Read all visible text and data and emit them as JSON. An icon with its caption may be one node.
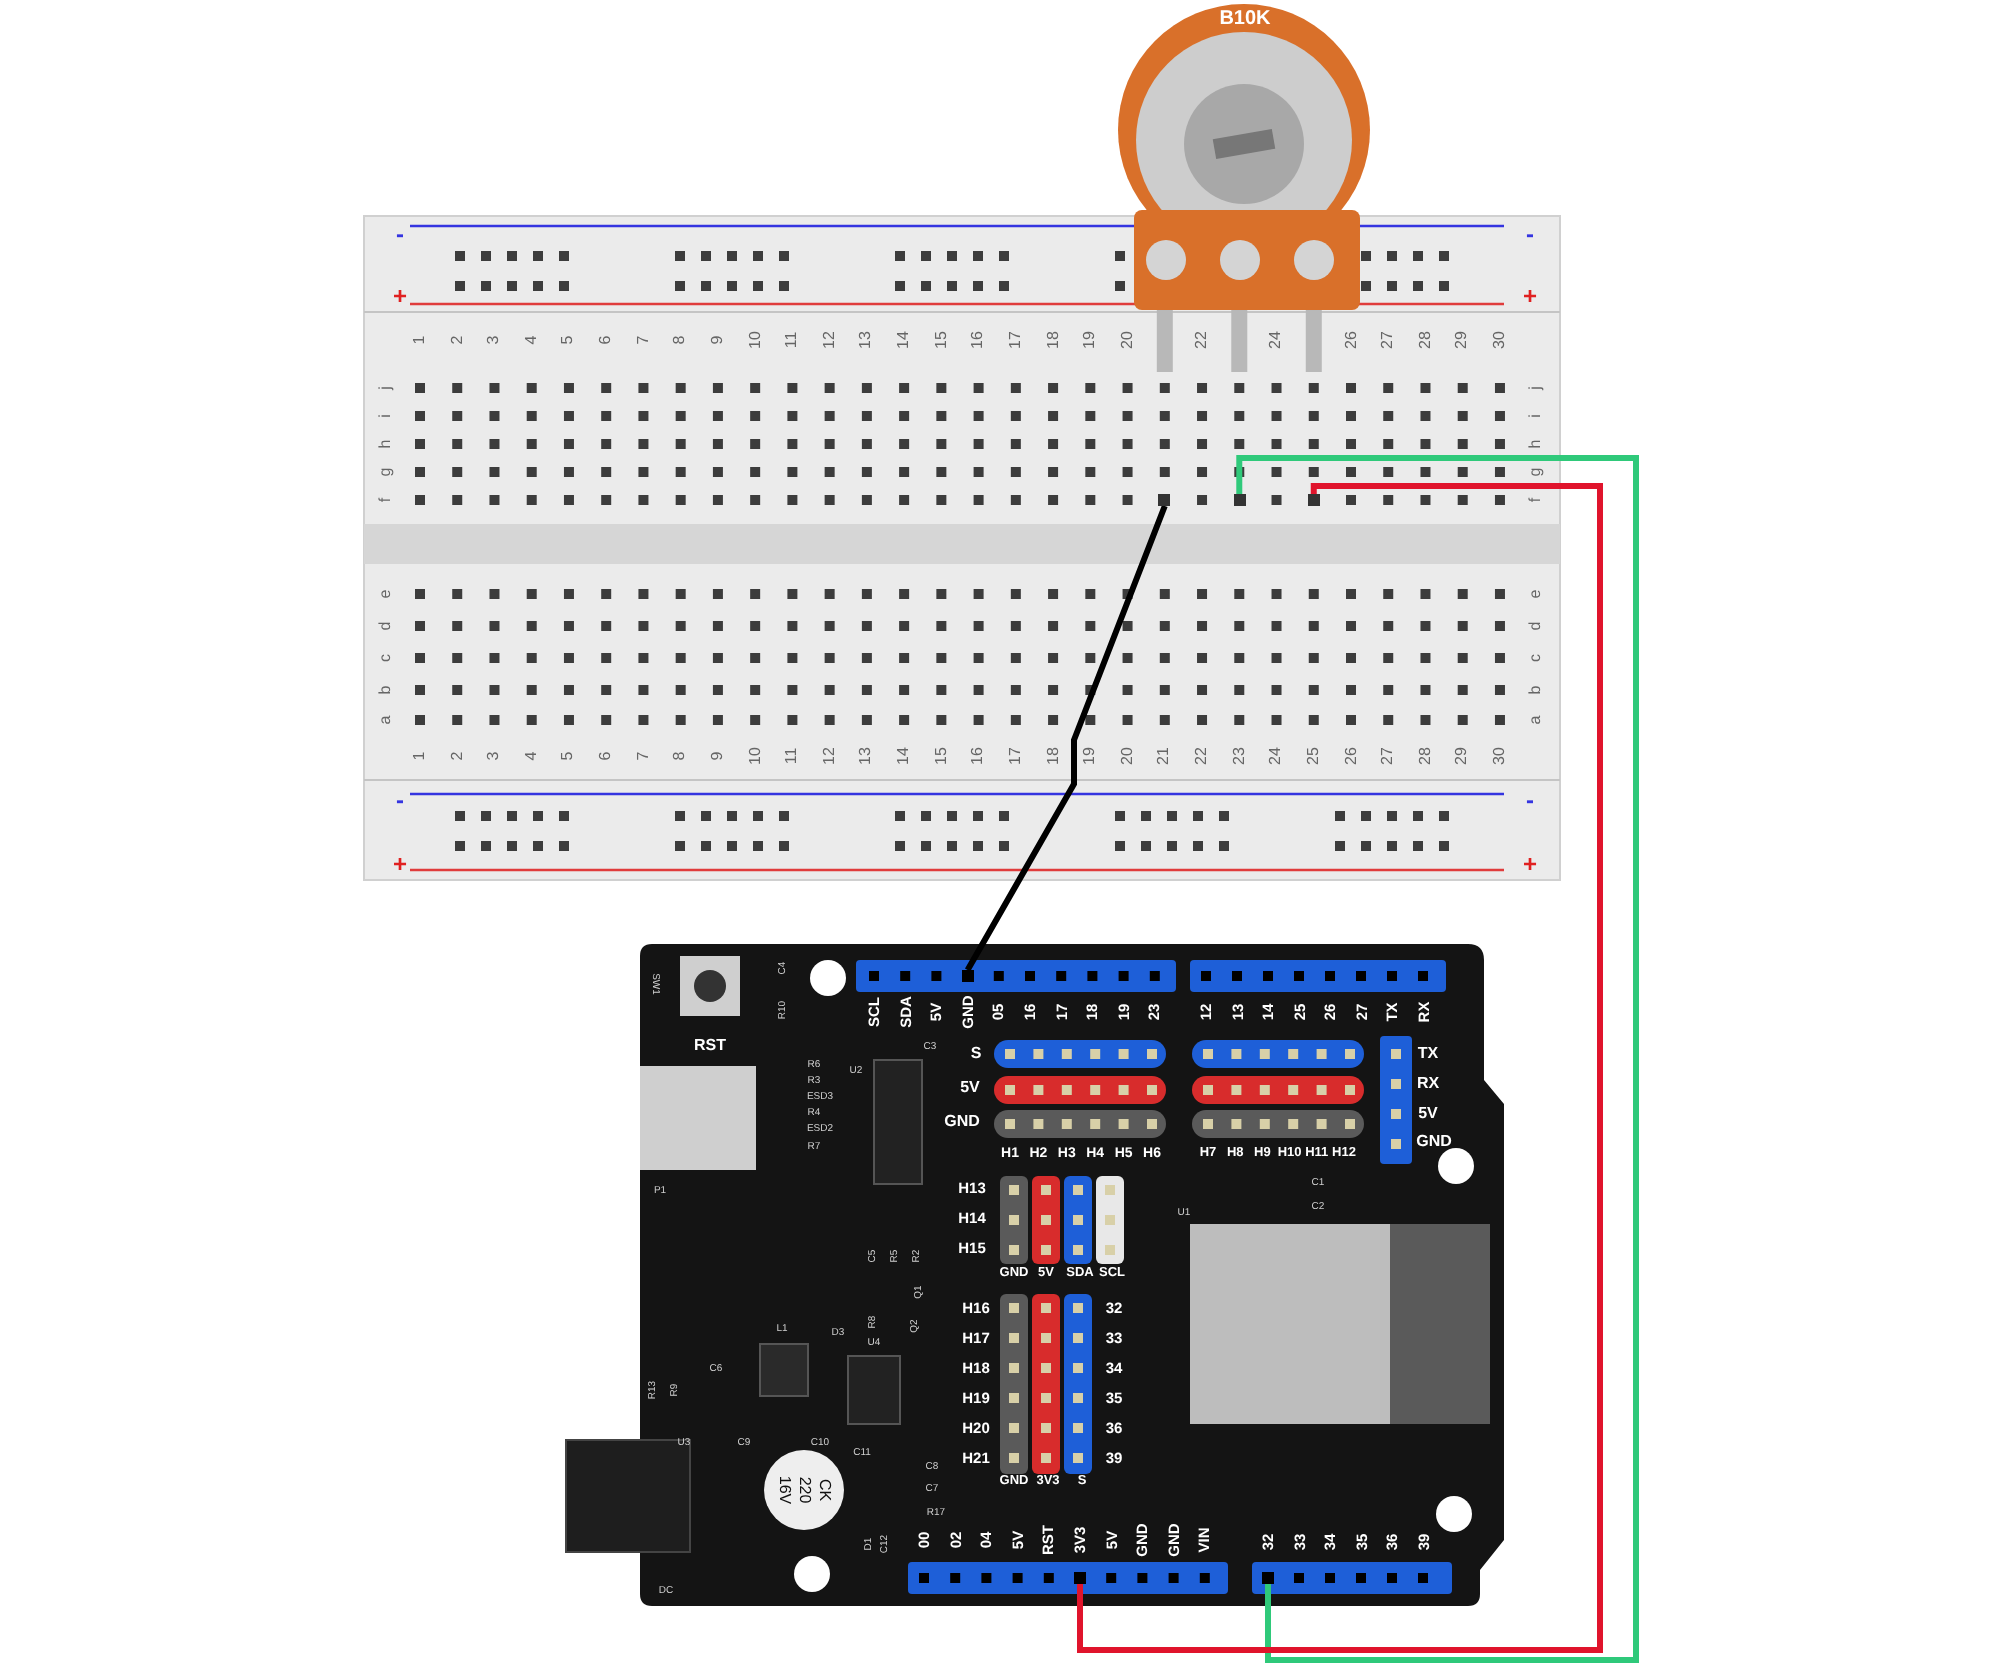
{
  "diagram": {
    "nodes": [
      {
        "text": [
          "B10K"
        ]
      },
      {
        "text": [],
        "shape": "box"
      },
      {
        "text": [],
        "shape": "box"
      },
      {
        "text": [],
        "shape": "box"
      },
      {
        "text": [],
        "shape": "box"
      },
      {
        "text": [],
        "shape": "box"
      },
      {
        "text": [],
        "shape": "box"
      }
    ],
    "edges": [
      {
        "from": 1,
        "to": 4,
        "arrow": "none",
        "color": "#000000"
      },
      {
        "from": 2,
        "to": 6,
        "arrow": "none",
        "color": "#2fc97a"
      },
      {
        "from": 3,
        "to": 5,
        "arrow": "none",
        "color": "#e0142c"
      }
    ],
    "labels": [
      "-",
      "-",
      "+",
      "+",
      "1",
      "2",
      "3",
      "4",
      "5",
      "6",
      "7",
      "8",
      "9",
      "10",
      "11",
      "12",
      "13",
      "14",
      "15",
      "16",
      "17",
      "18",
      "19",
      "20",
      "22",
      "24",
      "26",
      "27",
      "28",
      "29",
      "30",
      "j",
      "j",
      "i",
      "i",
      "h",
      "h",
      "g",
      "g",
      "f",
      "f",
      "e",
      "e",
      "d",
      "d",
      "c",
      "c",
      "b",
      "b",
      "a",
      "a",
      "1",
      "2",
      "3",
      "4",
      "5",
      "6",
      "7",
      "8",
      "9",
      "10",
      "11",
      "12",
      "13",
      "14",
      "15",
      "16",
      "17",
      "18",
      "19",
      "20",
      "21",
      "22",
      "23",
      "24",
      "25",
      "26",
      "27",
      "28",
      "29",
      "30",
      "-",
      "-",
      "+",
      "+",
      "SW1",
      "C4",
      "R10",
      "RST",
      "SCL",
      "SDA",
      "5V",
      "GND",
      "05",
      "16",
      "17",
      "18",
      "19",
      "23",
      "12",
      "13",
      "14",
      "25",
      "26",
      "27",
      "TX",
      "RX",
      "C3",
      "U2",
      "R6",
      "R3",
      "ESD3",
      "R4",
      "ESD2",
      "R7",
      "S",
      "5V",
      "GND",
      "TX",
      "RX",
      "5V",
      "GND",
      "H1",
      "H2",
      "H3",
      "H4",
      "H5",
      "H6",
      "H7",
      "H8",
      "H9",
      "H10",
      "H11",
      "H12",
      "P1",
      "C1",
      "C2",
      "U1",
      "H13",
      "H14",
      "H15",
      "C5",
      "R5",
      "R2",
      "GND",
      "5V",
      "SDA",
      "SCL",
      "Q1",
      "R8",
      "Q2",
      "H16",
      "32",
      "H17",
      "33",
      "H18",
      "34",
      "H19",
      "35",
      "H20",
      "36",
      "H21",
      "39",
      "C6",
      "L1",
      "D3",
      "R13",
      "R9",
      "U4",
      "U3",
      "C9",
      "C10",
      "C11",
      "GND",
      "3V3",
      "S",
      "16V",
      "220",
      "CK",
      "C8",
      "C7",
      "R17",
      "D1",
      "C12",
      "00",
      "02",
      "04",
      "5V",
      "RST",
      "3V3",
      "5V",
      "GND",
      "GND",
      "VIN",
      "32",
      "33",
      "34",
      "35",
      "36",
      "39",
      "DC"
    ]
  }
}
